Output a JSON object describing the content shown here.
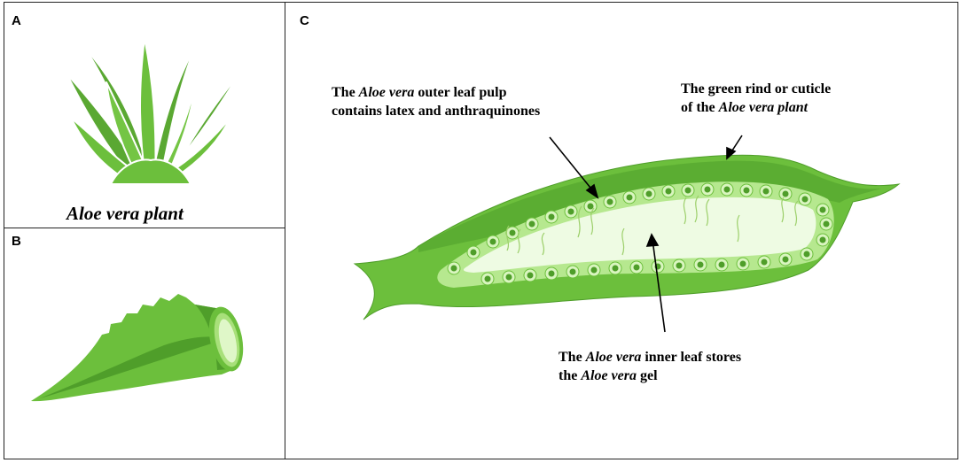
{
  "panels": {
    "a": {
      "letter": "A",
      "caption": "Aloe vera plant"
    },
    "b": {
      "letter": "B"
    },
    "c": {
      "letter": "C",
      "outer_pulp": {
        "l1_pre": "The ",
        "l1_italic": "Aloe vera",
        "l1_post": " outer leaf pulp",
        "l2": "contains latex and anthraquinones"
      },
      "rind": {
        "l1": "The green rind or cuticle",
        "l2_pre": "of the ",
        "l2_italic": "Aloe vera plant"
      },
      "inner_leaf": {
        "l1_pre": "The ",
        "l1_italic": "Aloe vera",
        "l1_post": " inner leaf stores",
        "l2_pre": "the ",
        "l2_italic": "Aloe vera",
        "l2_post": " gel"
      }
    }
  },
  "colors": {
    "leaf_dark": "#4f9e2a",
    "leaf_mid": "#6cbf3c",
    "leaf_light": "#8fd35a",
    "pulp": "#b6e88f",
    "gel": "#eefbe3",
    "border": "#222222"
  },
  "icons": [
    "aloe-plant-icon",
    "aloe-leaf-segment-icon"
  ]
}
